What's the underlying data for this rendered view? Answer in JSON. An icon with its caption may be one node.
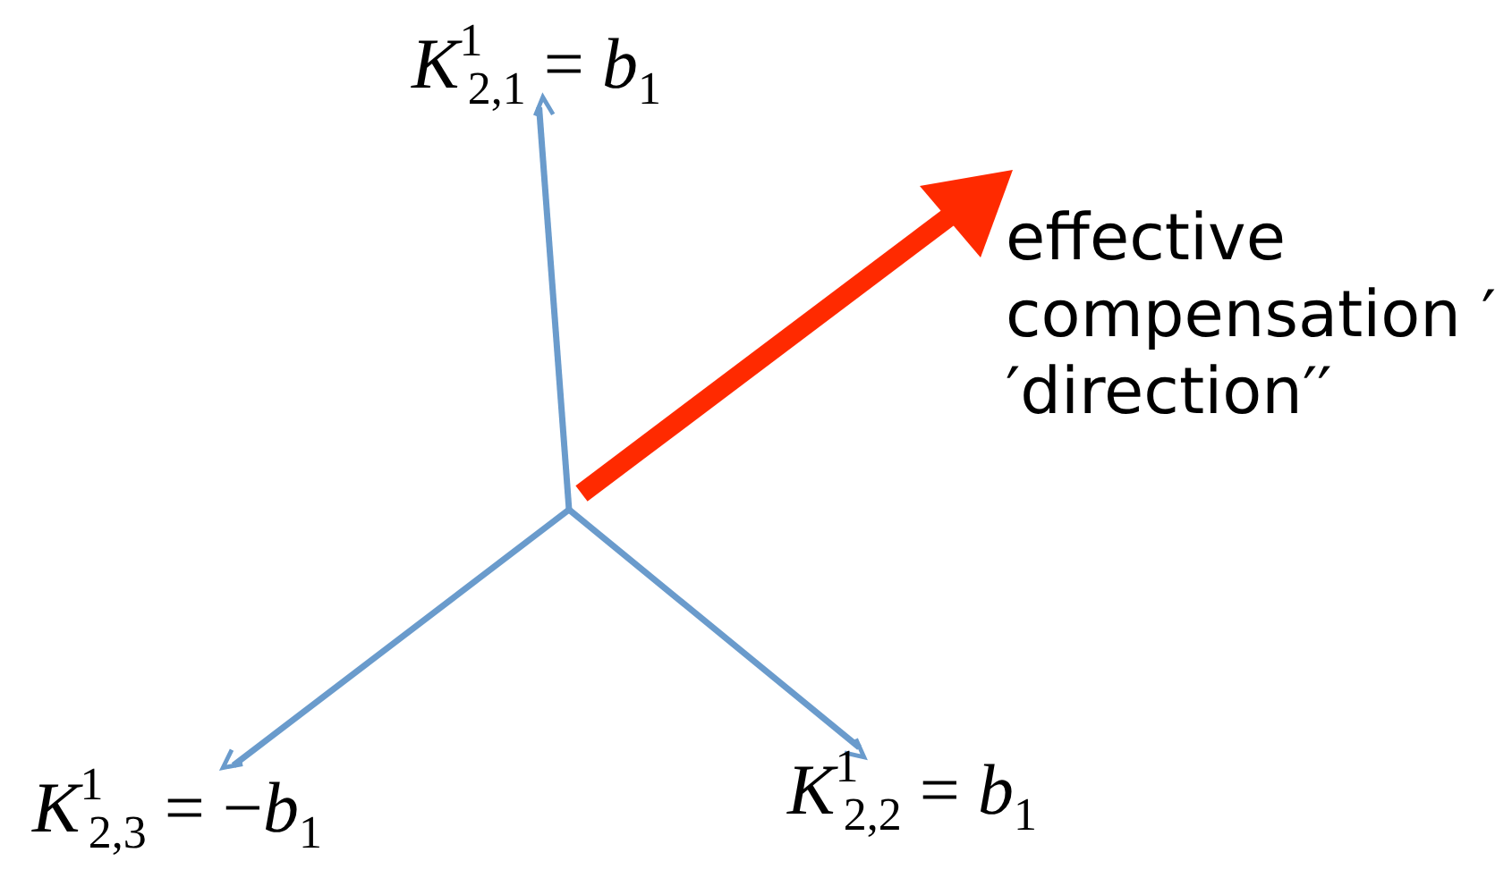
{
  "diagram": {
    "nodes": [
      {
        "text": [
          "*K*$^{1}$$_{2,1}$ = *b*$_{1}$"
        ]
      },
      {
        "text": [
          "*K*$^{1}$$_{2,3}$ = −*b*$_{1}$"
        ]
      },
      {
        "text": [
          "*K*$^{1}$$_{2,2}$ = *b*$_{1}$"
        ]
      }
    ],
    "edges": [
      {
        "from": null,
        "to": 0,
        "arrow": "to"
      },
      {
        "from": null,
        "to": 1,
        "arrow": "to"
      },
      {
        "from": null,
        "to": 2,
        "arrow": "to"
      }
    ],
    "labels": [
      "effective compensation ′′direction′′"
    ]
  }
}
